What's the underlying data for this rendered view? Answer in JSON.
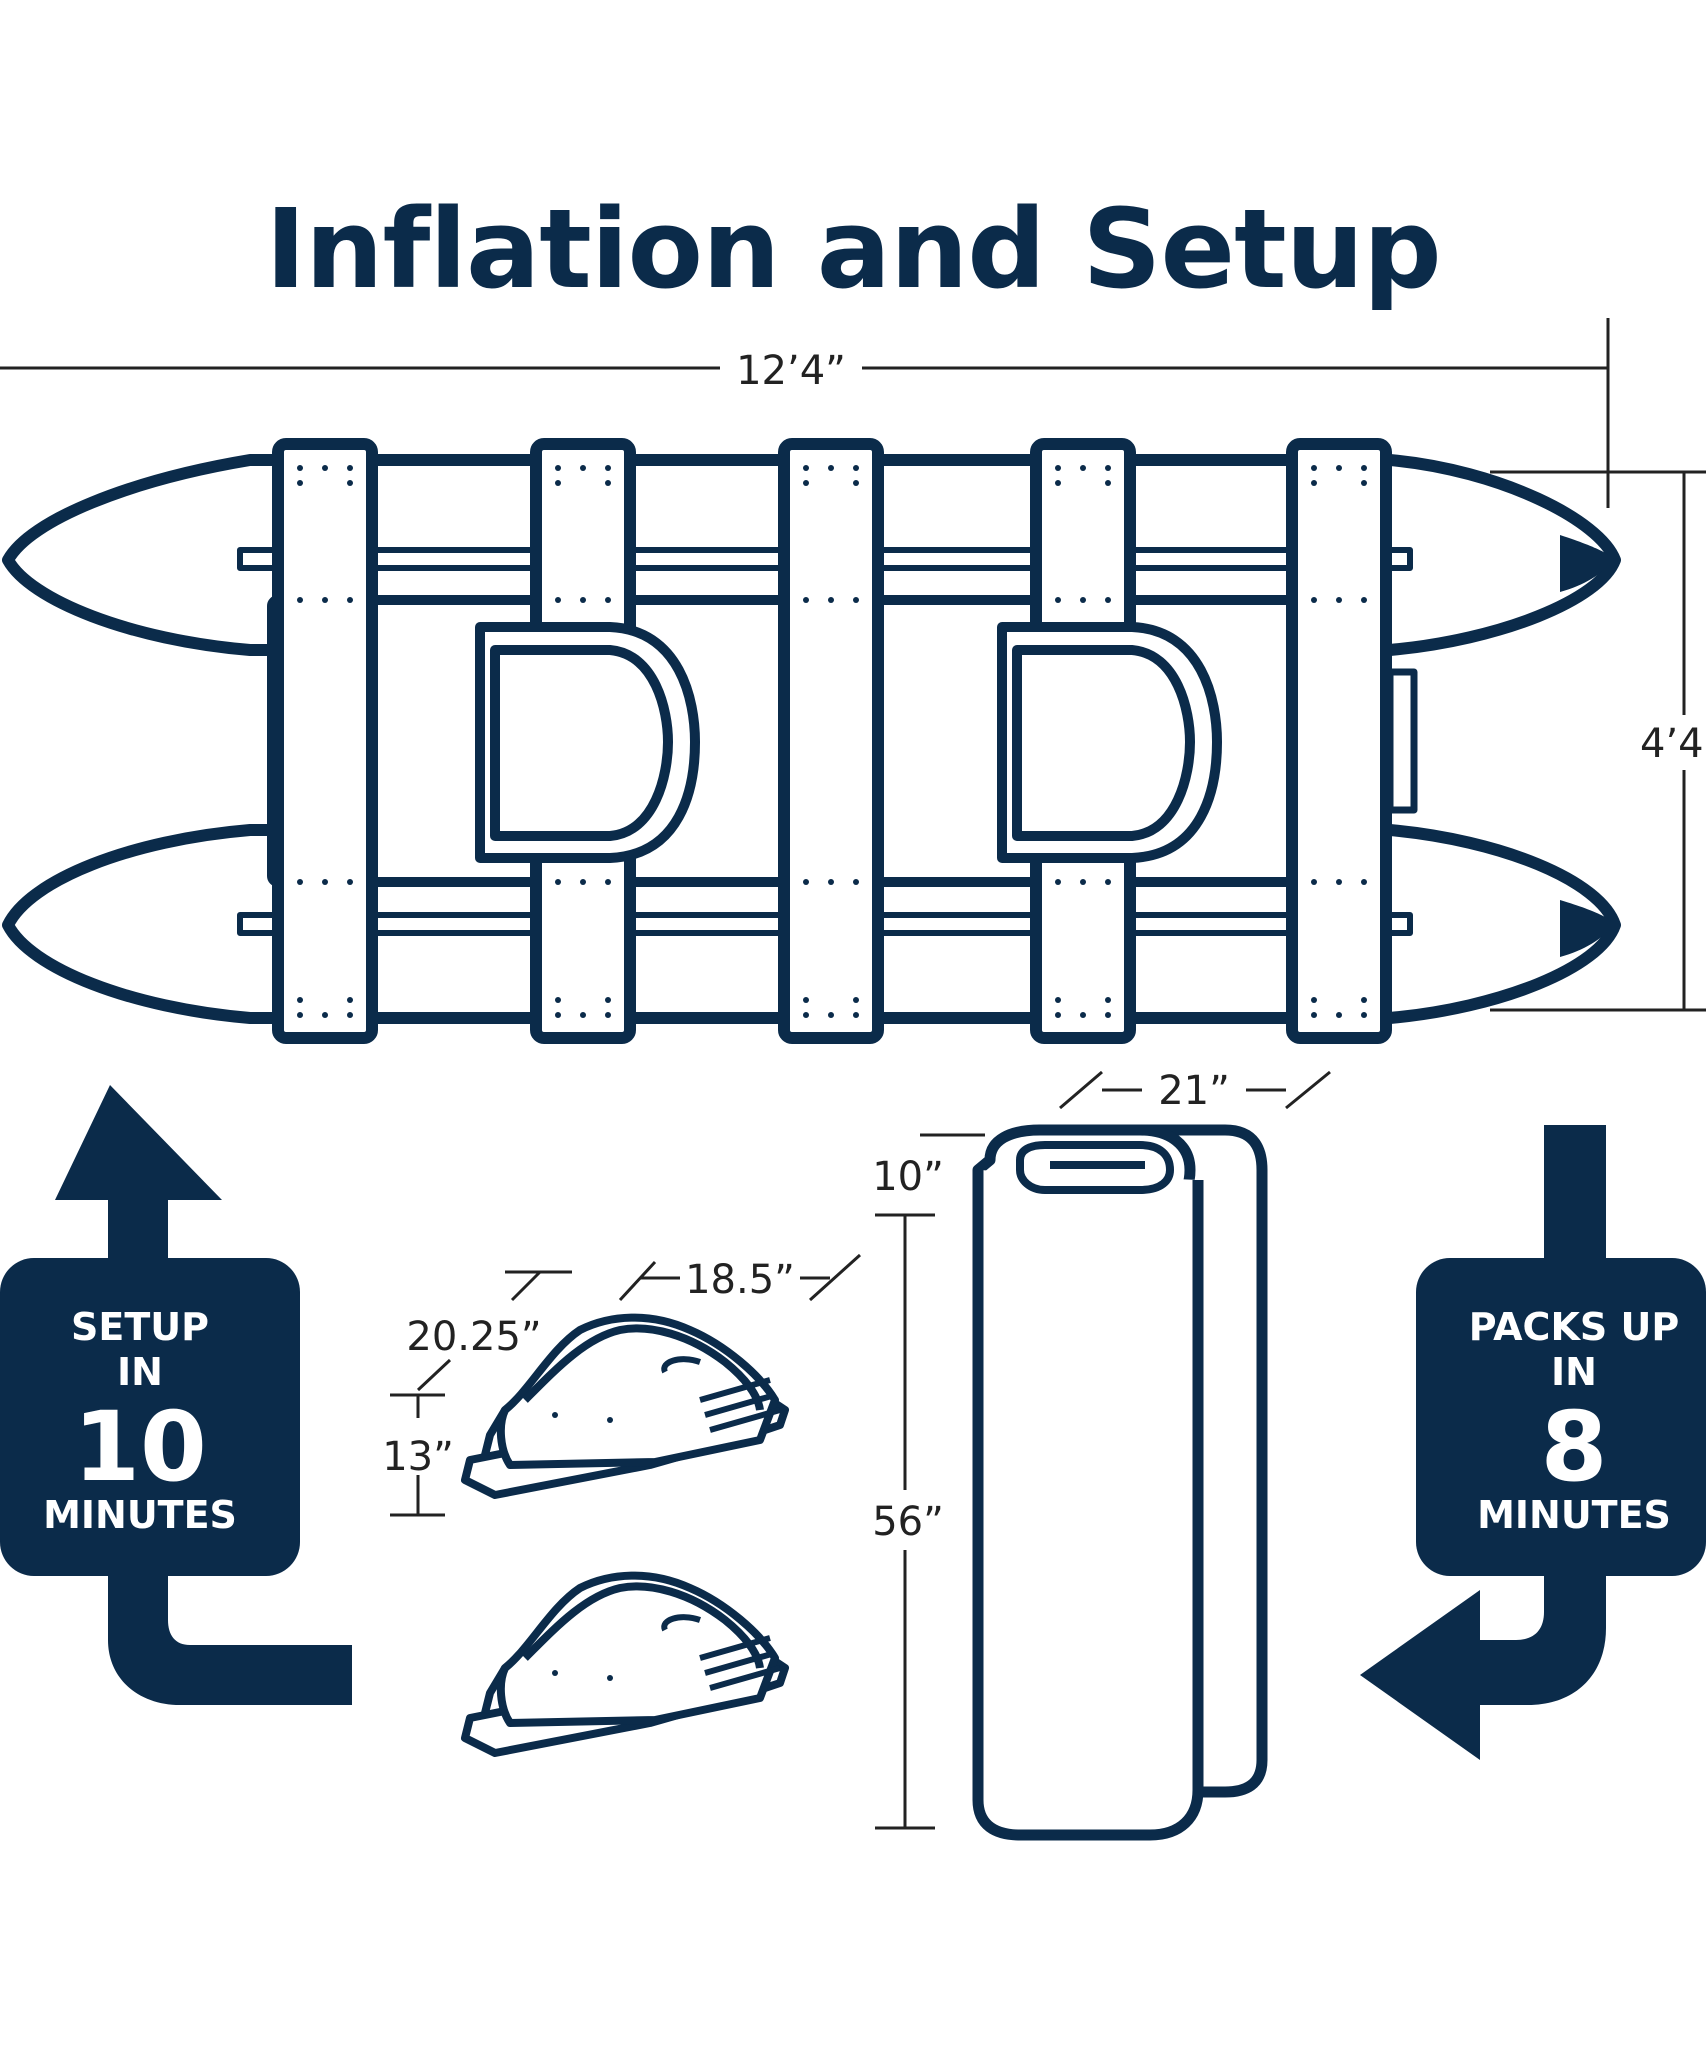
{
  "title": "Inflation and Setup",
  "dimensions": {
    "boat_length": "12’4”",
    "boat_width": "4’4",
    "pack_width": "21”",
    "pack_depth": "10”",
    "pack_height": "56”",
    "seat_length": "18.5”",
    "seat_width": "20.25”",
    "seat_height": "13”"
  },
  "setup_badge": {
    "line1": "SETUP",
    "line2": "IN",
    "number": "10",
    "line3": "MINUTES"
  },
  "pack_badge": {
    "line1": "PACKS UP",
    "line2": "IN",
    "number": "8",
    "line3": "MINUTES"
  },
  "colors": {
    "navy": "#0b2b4a",
    "line": "#222222",
    "background": "#ffffff"
  }
}
